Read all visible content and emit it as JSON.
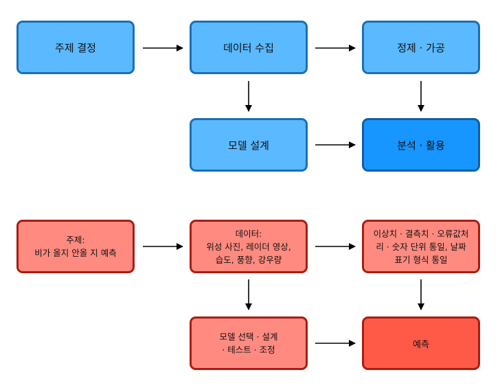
{
  "top": {
    "topic": "주제 결정",
    "collect": "데이터 수집",
    "clean": "정제 · 가공",
    "model": "모델 설계",
    "analyze": "분석 · 활용"
  },
  "bottom": {
    "topic": "주제:\n비가 올지 안올 지 예측",
    "data": "데이터:\n위성 사진, 레이더 영상,\n습도, 풍향, 강우량",
    "clean": "이상치 · 결측치 · 오류값처\n리 · 숫자 단위 통일, 날짜\n표기 형식 통일",
    "model": "모델 선택 · 설계\n· 테스트 · 조정",
    "predict": "예측"
  }
}
